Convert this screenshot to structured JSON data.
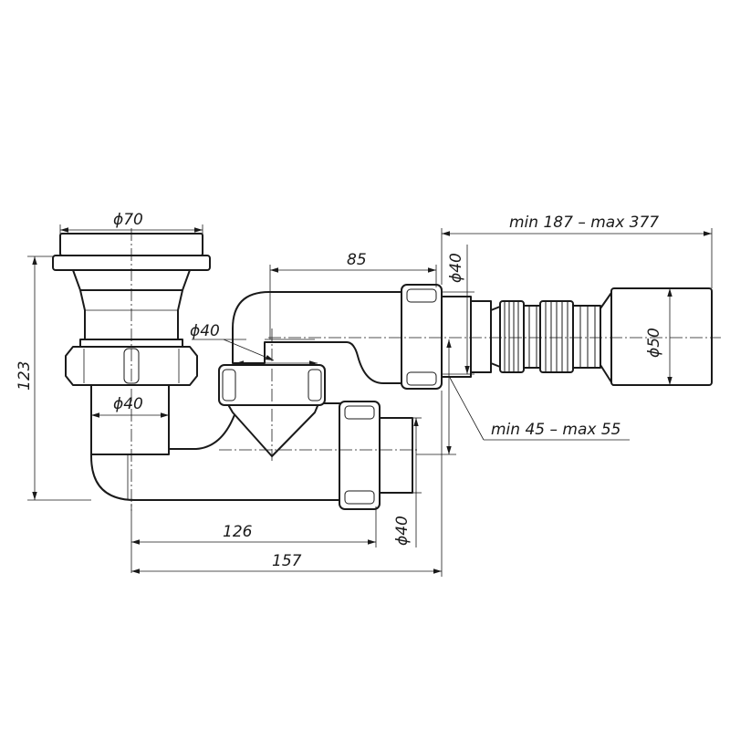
{
  "dimensions": {
    "d_strainer": "ϕ70",
    "d_upper_pipe": "ϕ40",
    "d_lower_pipe": "ϕ40",
    "d_outlet_top": "ϕ40",
    "d_outlet_bottom": "ϕ40",
    "d_hose_end": "ϕ50",
    "len_upper": "85",
    "len_lower": "126",
    "len_total": "157",
    "height": "123",
    "hose_range": "min 187 – max 377",
    "offset_range": "min 45 – max 55"
  }
}
